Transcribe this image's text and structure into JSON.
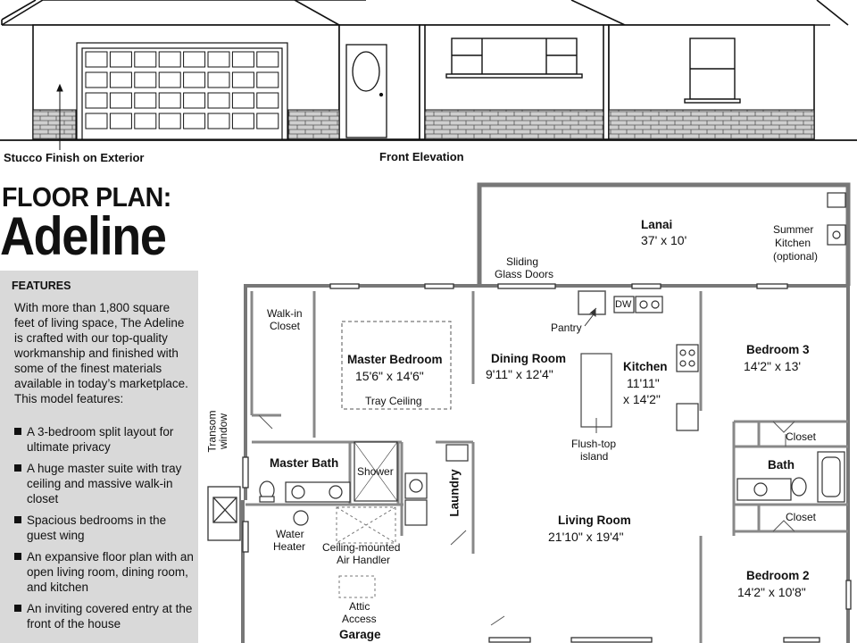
{
  "elevation": {
    "exterior_note": "Stucco Finish on Exterior",
    "caption": "Front Elevation"
  },
  "header": {
    "kicker": "FLOOR PLAN:",
    "name": "Adeline"
  },
  "features": {
    "heading": "FEATURES",
    "intro": "With more than 1,800 square feet of living space, The Adeline is crafted with our top-quality workmanship and finished with some of the finest materials available in today’s marketplace. This model features:",
    "items": [
      "A 3-bedroom split layout for ultimate privacy",
      "A huge master suite with tray ceiling and massive walk-in closet",
      "Spacious bedrooms in the guest wing",
      "An expansive floor plan with an open living room, dining room, and kitchen",
      "An inviting covered entry at the front of the house"
    ]
  },
  "plan": {
    "lanai": {
      "name": "Lanai",
      "size": "37' x 10'"
    },
    "summer_kitchen": {
      "line1": "Summer",
      "line2": "Kitchen",
      "line3": "(optional)"
    },
    "sliding_doors": {
      "line1": "Sliding",
      "line2": "Glass Doors"
    },
    "pantry": "Pantry",
    "dw": "DW",
    "walk_in_closet": {
      "line1": "Walk-in",
      "line2": "Closet"
    },
    "master_bedroom": {
      "name": "Master Bedroom",
      "size": "15'6\" x 14'6\"",
      "note": "Tray Ceiling"
    },
    "dining_room": {
      "name": "Dining Room",
      "size": "9'11\" x 12'4\""
    },
    "kitchen": {
      "name": "Kitchen",
      "size1": "11'11\"",
      "size2": "x 14'2\""
    },
    "island": {
      "line1": "Flush-top",
      "line2": "island"
    },
    "bedroom3": {
      "name": "Bedroom 3",
      "size": "14'2\" x 13'"
    },
    "closet_upper": "Closet",
    "bath": "Bath",
    "closet_lower": "Closet",
    "transom": {
      "line1": "Transom",
      "line2": "window"
    },
    "master_bath": "Master Bath",
    "shower": "Shower",
    "laundry": "Laundry",
    "living_room": {
      "name": "Living Room",
      "size": "21'10\" x 19'4\""
    },
    "water_heater": {
      "line1": "Water",
      "line2": "Heater"
    },
    "air_handler": {
      "line1": "Ceiling-mounted",
      "line2": "Air Handler"
    },
    "attic": {
      "line1": "Attic",
      "line2": "Access"
    },
    "garage": "Garage",
    "bedroom2": {
      "name": "Bedroom 2",
      "size": "14'2\" x 10'8\""
    }
  }
}
